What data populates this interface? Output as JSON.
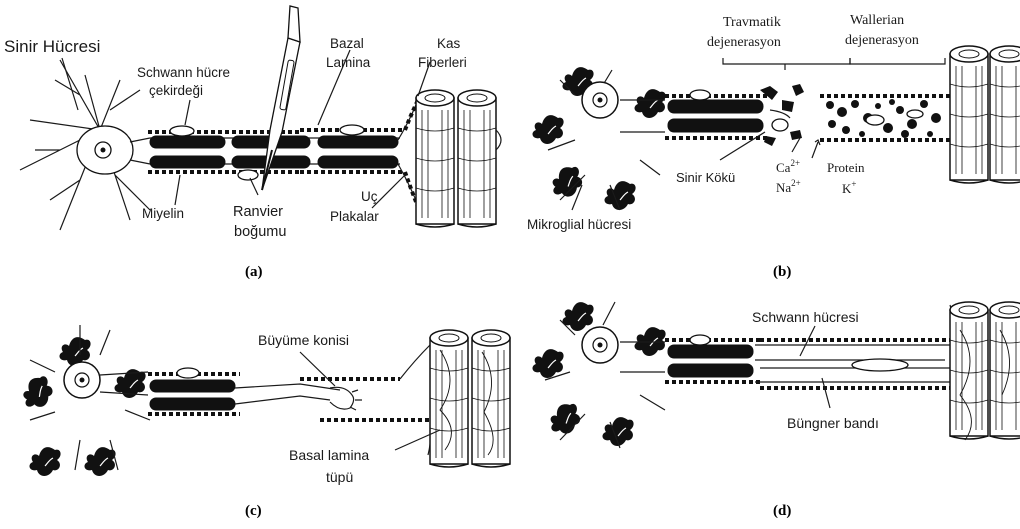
{
  "panels": {
    "a": {
      "caption": "(a)",
      "labels": {
        "sinir_hucresi": "Sinir Hücresi",
        "schwann_1": "Schwann hücre",
        "schwann_2": "çekirdeği",
        "bazal_1": "Bazal",
        "bazal_2": "Lamina",
        "kas_1": "Kas",
        "kas_2": "Fiberleri",
        "miyelin": "Miyelin",
        "ranvier_1": "Ranvier",
        "ranvier_2": "boğumu",
        "uc_1": "Uç",
        "uc_2": "Plakalar"
      }
    },
    "b": {
      "caption": "(b)",
      "labels": {
        "travmatik_1": "Travmatik",
        "travmatik_2": "dejenerasyon",
        "wallerian_1": "Wallerian",
        "wallerian_2": "dejenerasyon",
        "ca": "Ca",
        "ca_sup": "2+",
        "na": "Na",
        "na_sup": "2+",
        "protein": "Protein",
        "k": "K",
        "k_sup": "+",
        "sinir_koku": "Sinir Kökü",
        "mikroglial": "Mikroglial hücresi"
      }
    },
    "c": {
      "caption": "(c)",
      "labels": {
        "buyume": "Büyüme konisi",
        "basal_1": "Basal lamina",
        "basal_2": "tüpü"
      }
    },
    "d": {
      "caption": "(d)",
      "labels": {
        "schwann": "Schwann hücresi",
        "bungner": "Büngner bandı"
      }
    }
  }
}
